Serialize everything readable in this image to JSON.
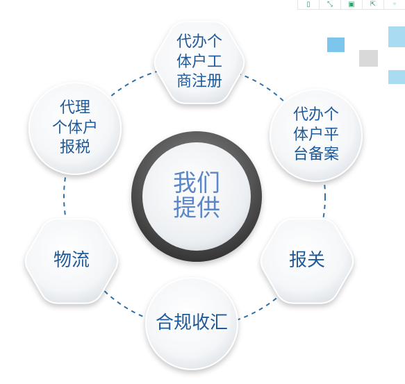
{
  "center": {
    "line1": "我们",
    "line2": "提供"
  },
  "services": [
    {
      "id": "register",
      "text": "代办个\n体户工\n商注册"
    },
    {
      "id": "filing",
      "text": "代办个\n体户平\n台备案"
    },
    {
      "id": "customs",
      "text": "报关"
    },
    {
      "id": "exchange",
      "text": "合规收汇"
    },
    {
      "id": "logistics",
      "text": "物流"
    },
    {
      "id": "tax",
      "text": "代理\n个体户\n报税"
    }
  ],
  "colors": {
    "text": "#1e5a9a",
    "center_text": "#5b86c8",
    "dashed_ring": "#2f6fa8",
    "accent_blue": "#5bb8e8",
    "accent_light_blue": "#a9dcf3",
    "accent_gray": "#d9d9d9",
    "toolbar_icon": "#29a36a"
  },
  "toolbar": [
    {
      "icon": "page-icon",
      "glyph": "▯"
    },
    {
      "icon": "resize-icon",
      "glyph": "⤡"
    },
    {
      "icon": "save-icon",
      "glyph": "▣"
    },
    {
      "icon": "export-icon",
      "glyph": "⇱"
    },
    {
      "icon": "more-icon",
      "glyph": "◦"
    }
  ]
}
